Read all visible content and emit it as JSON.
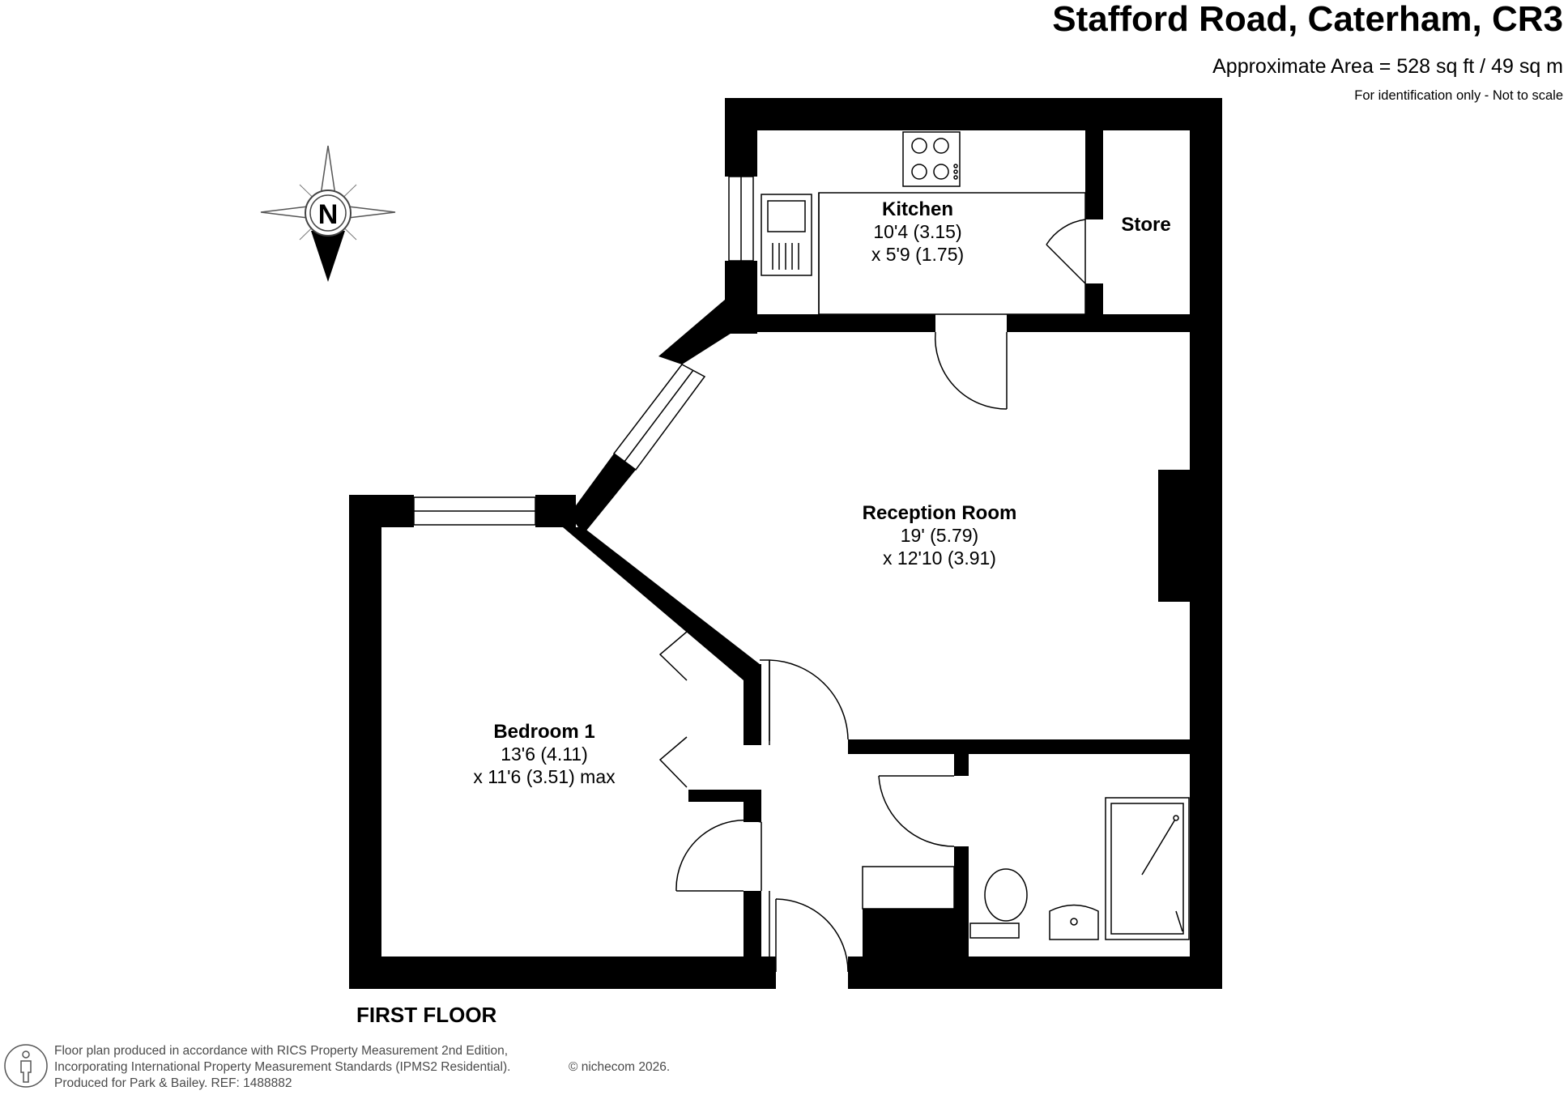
{
  "header": {
    "title": "Stafford Road, Caterham, CR3",
    "area": "Approximate Area = 528 sq ft / 49 sq m",
    "note": "For identification only - Not to scale"
  },
  "compass": {
    "label": "N"
  },
  "rooms": {
    "kitchen": {
      "name": "Kitchen",
      "dim1": "10'4 (3.15)",
      "dim2": "x 5'9 (1.75)"
    },
    "store": {
      "name": "Store"
    },
    "reception": {
      "name": "Reception Room",
      "dim1": "19' (5.79)",
      "dim2": "x 12'10 (3.91)"
    },
    "bedroom": {
      "name": "Bedroom 1",
      "dim1": "13'6 (4.11)",
      "dim2": "x 11'6 (3.51) max"
    }
  },
  "floor_label": "FIRST FLOOR",
  "footer": {
    "line1": "Floor plan produced in accordance with RICS Property Measurement 2nd Edition,",
    "line2": "Incorporating International Property Measurement Standards (IPMS2 Residential).",
    "copyright": "© nichecom 2026.",
    "line3": "Produced for Park & Bailey.   REF:  1488882"
  }
}
